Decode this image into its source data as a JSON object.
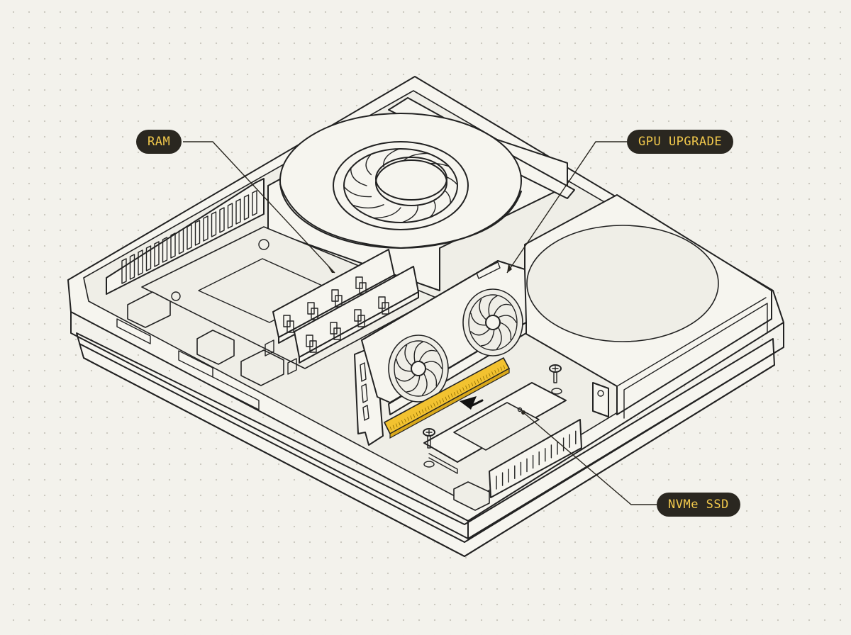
{
  "callouts": {
    "ram": "RAM",
    "gpu": "GPU UPGRADE",
    "ssd": "NVMe SSD"
  },
  "colors": {
    "background": "#f3f2ec",
    "highlight": "#f2c230",
    "label_bg": "#2a2720",
    "label_text": "#f2c94c",
    "line": "#222222"
  },
  "icons": [
    "fan-icon",
    "ram-module-icon",
    "gpu-card-icon",
    "ssd-icon",
    "screw-icon",
    "arrow-icon"
  ]
}
